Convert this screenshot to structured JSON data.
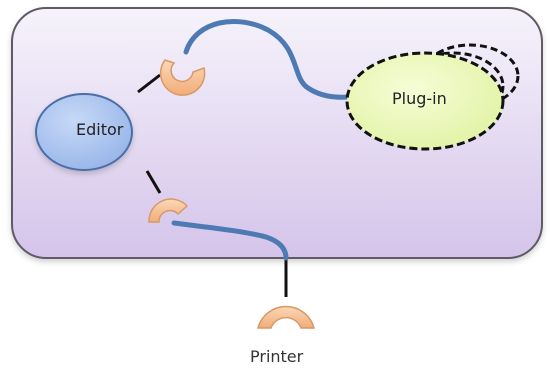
{
  "nodes": {
    "editor": "Editor",
    "plugin": "Plug-in",
    "printer": "Printer"
  },
  "colors": {
    "container_fill_top": "#f3eef9",
    "container_fill_bottom": "#d7c8ec",
    "container_border": "#5e5a66",
    "editor_fill": "#a9c3ef",
    "editor_border": "#4a6ea8",
    "plugin_fill": "#ecf9b7",
    "plugin_border": "#111111",
    "socket_fill": "#f9c79b",
    "socket_border": "#d89867",
    "connector_wire": "#4e7ab3",
    "link_line": "#111111"
  }
}
